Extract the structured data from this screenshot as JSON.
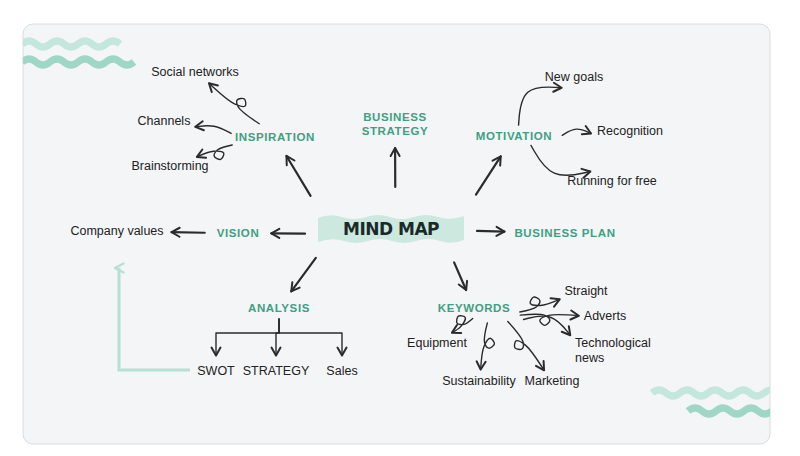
{
  "diagram": {
    "nodes": [
      {
        "text": [
          "MIND MAP"
        ]
      },
      {
        "text": [
          "INSPIRATION"
        ]
      },
      {
        "text": [
          "Social networks"
        ]
      },
      {
        "text": [
          "Channels"
        ]
      },
      {
        "text": [
          "Brainstorming"
        ]
      },
      {
        "text": [
          "BUSINESS STRATEGY"
        ]
      },
      {
        "text": [
          "MOTIVATION"
        ]
      },
      {
        "text": [
          "New goals"
        ]
      },
      {
        "text": [
          "Recognition"
        ]
      },
      {
        "text": [
          "Running for free"
        ]
      },
      {
        "text": [
          "VISION"
        ]
      },
      {
        "text": [
          "Company values"
        ]
      },
      {
        "text": [
          "BUSINESS PLAN"
        ]
      },
      {
        "text": [
          "ANALYSIS"
        ]
      },
      {
        "text": [
          "SWOT"
        ]
      },
      {
        "text": [
          "STRATEGY"
        ]
      },
      {
        "text": [
          "Sales"
        ]
      },
      {
        "text": [
          "KEYWORDS"
        ]
      },
      {
        "text": [
          "Straight"
        ]
      },
      {
        "text": [
          "Adverts"
        ]
      },
      {
        "text": [
          "Equipment"
        ]
      },
      {
        "text": [
          "Technological news"
        ]
      },
      {
        "text": [
          "Sustainability"
        ]
      },
      {
        "text": [
          "Marketing"
        ]
      }
    ],
    "edges": [
      {
        "from": 0,
        "to": 1,
        "arrow": "to"
      },
      {
        "from": 0,
        "to": 5,
        "arrow": "to"
      },
      {
        "from": 0,
        "to": 6,
        "arrow": "to"
      },
      {
        "from": 0,
        "to": 10,
        "arrow": "to"
      },
      {
        "from": 0,
        "to": 12,
        "arrow": "to"
      },
      {
        "from": 0,
        "to": 13,
        "arrow": "to"
      },
      {
        "from": 0,
        "to": 17,
        "arrow": "to"
      },
      {
        "from": 1,
        "to": 2,
        "arrow": "to"
      },
      {
        "from": 1,
        "to": 3,
        "arrow": "to"
      },
      {
        "from": 1,
        "to": 4,
        "arrow": "to"
      },
      {
        "from": 6,
        "to": 7,
        "arrow": "to"
      },
      {
        "from": 6,
        "to": 8,
        "arrow": "to"
      },
      {
        "from": 6,
        "to": 9,
        "arrow": "to"
      },
      {
        "from": 10,
        "to": 11,
        "arrow": "to"
      },
      {
        "from": 13,
        "to": 14,
        "arrow": "to"
      },
      {
        "from": 13,
        "to": 15,
        "arrow": "to"
      },
      {
        "from": 13,
        "to": 16,
        "arrow": "to"
      },
      {
        "from": 17,
        "to": 18,
        "arrow": "to"
      },
      {
        "from": 17,
        "to": 19,
        "arrow": "to"
      },
      {
        "from": 17,
        "to": 20,
        "arrow": "to"
      },
      {
        "from": 17,
        "to": 21,
        "arrow": "to"
      },
      {
        "from": 17,
        "to": 22,
        "arrow": "to"
      },
      {
        "from": 17,
        "to": 23,
        "arrow": "to"
      }
    ]
  }
}
